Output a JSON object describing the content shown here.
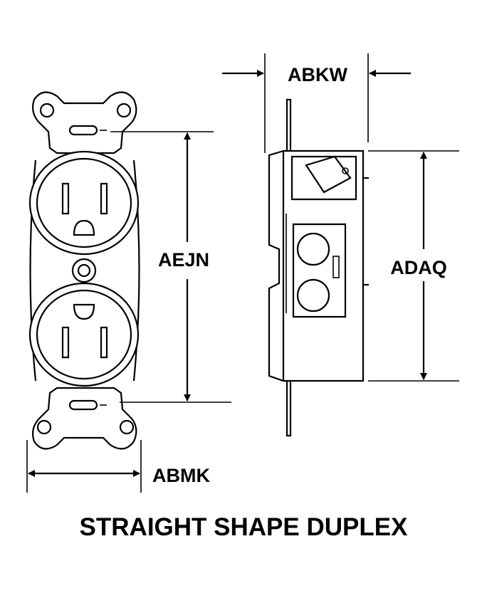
{
  "dimensions": {
    "width_side": "ABKW",
    "height_front": "AEJN",
    "height_side": "ADAQ",
    "width_front": "ABMK"
  },
  "title": "STRAIGHT SHAPE DUPLEX",
  "colors": {
    "ink": "#000000",
    "background": "#ffffff"
  }
}
